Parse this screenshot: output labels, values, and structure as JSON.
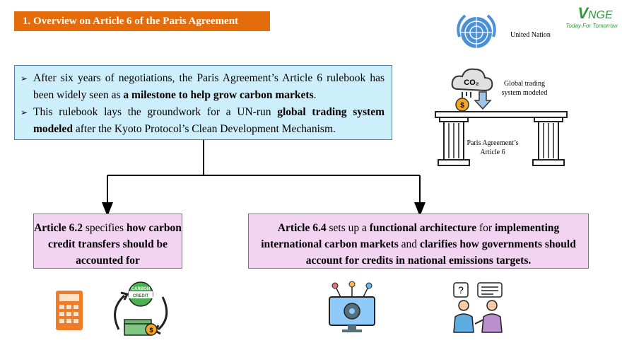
{
  "header": {
    "title": "1. Overview on Article 6 of the Paris Agreement"
  },
  "logo": {
    "mark_v": "V",
    "mark_rest": "NGE",
    "tagline": "Today For Tomorrow"
  },
  "summary": {
    "bullets": [
      {
        "pre": "After six years of negotiations, the Paris Agreement’s Article 6 rulebook has been widely seen as ",
        "bold": "a milestone to help grow carbon markets",
        "post": "."
      },
      {
        "pre": "This rulebook lays the groundwork for a UN-run ",
        "bold": "global trading system modeled",
        "post": " after the Kyoto Protocol’s Clean Development Mechanism."
      }
    ]
  },
  "article62": {
    "lead": "Article 6.2",
    "rest_plain": " specifies ",
    "rest_bold": "how carbon credit transfers should be accounted for"
  },
  "article64": {
    "lead": "Article 6.4",
    "p1": " sets up a ",
    "b1": "functional architecture",
    "p2": " for ",
    "b2": "implementing international carbon markets",
    "p3": " and ",
    "b3": "clarifies how governments should account for credits in national emissions targets."
  },
  "diagram": {
    "un_label": "United Nation",
    "trading_label": "Global trading system modeled",
    "pillar_label": "Paris Agreement’s Article 6",
    "co2_text": "CO₂",
    "credit_badge_line1": "CARBON",
    "credit_badge_line2": "CREDIT"
  },
  "colors": {
    "title_bg": "#e46c0a",
    "summary_bg": "#cdeefb",
    "article_bg": "#f2d3f1",
    "logo_green": "#2e9b3a"
  }
}
